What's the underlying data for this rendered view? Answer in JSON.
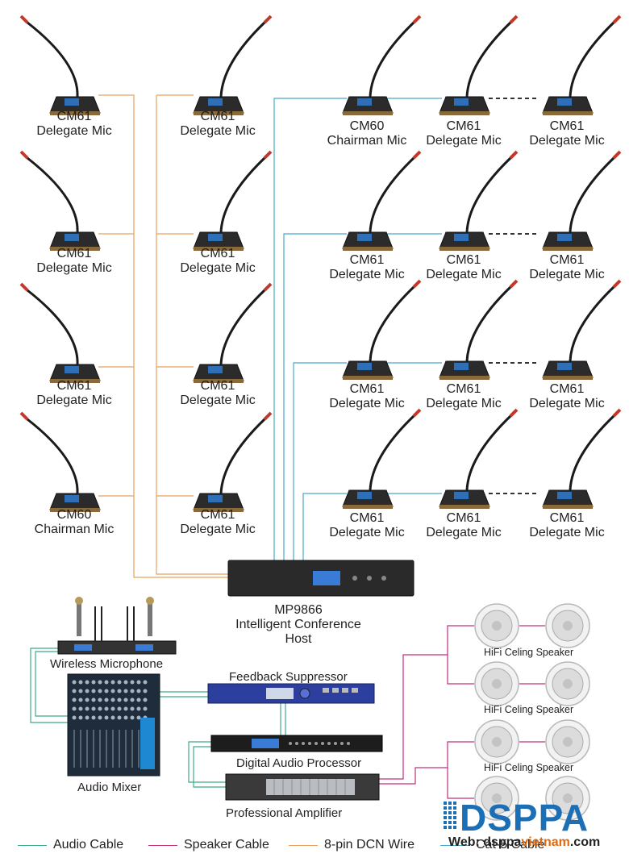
{
  "colors": {
    "audio_cable": "#3fa98a",
    "speaker_cable": "#c2307a",
    "dcn_wire": "#e6a25e",
    "cat5_cable": "#4aa8c9",
    "logo": "#1d6fb5"
  },
  "mics": [
    {
      "model": "CM61",
      "role": "Delegate Mic"
    },
    {
      "model": "CM61",
      "role": "Delegate Mic"
    },
    {
      "model": "CM61",
      "role": "Delegate Mic"
    },
    {
      "model": "CM60",
      "role": "Chairman Mic"
    },
    {
      "model": "CM61",
      "role": "Delegate Mic"
    },
    {
      "model": "CM61",
      "role": "Delegate Mic"
    },
    {
      "model": "CM61",
      "role": "Delegate Mic"
    },
    {
      "model": "CM61",
      "role": "Delegate Mic"
    },
    {
      "model": "CM60",
      "role": "Chairman Mic"
    },
    {
      "model": "CM61",
      "role": "Delegate Mic"
    },
    {
      "model": "CM61",
      "role": "Delegate Mic"
    },
    {
      "model": "CM61",
      "role": "Delegate Mic"
    },
    {
      "model": "CM61",
      "role": "Delegate Mic"
    },
    {
      "model": "CM61",
      "role": "Delegate Mic"
    },
    {
      "model": "CM61",
      "role": "Delegate Mic"
    },
    {
      "model": "CM61",
      "role": "Delegate Mic"
    },
    {
      "model": "CM61",
      "role": "Delegate Mic"
    },
    {
      "model": "CM61",
      "role": "Delegate Mic"
    },
    {
      "model": "CM61",
      "role": "Delegate Mic"
    },
    {
      "model": "CM61",
      "role": "Delegate Mic"
    }
  ],
  "host": {
    "model": "MP9866",
    "line1": "Intelligent Conference",
    "line2": "Host"
  },
  "devices": {
    "wireless_mic": "Wireless Microphone",
    "feedback_suppressor": "Feedback Suppressor",
    "audio_mixer": "Audio Mixer",
    "digital_audio_processor": "Digital Audio Processor",
    "professional_amplifier": "Professional Amplifier"
  },
  "speakers": [
    "HiFi Celing Speaker",
    "HiFi Celing Speaker",
    "HiFi Celing Speaker"
  ],
  "legend": [
    {
      "label": "Audio Cable"
    },
    {
      "label": "Speaker Cable"
    },
    {
      "label": "8-pin DCN Wire"
    },
    {
      "label": "Cat-5 Cable"
    }
  ],
  "brand": {
    "logo_text": "DSPPA",
    "web_prefix": "Web: dsppa",
    "web_mid": "vietnam",
    "web_suffix": ".com"
  }
}
